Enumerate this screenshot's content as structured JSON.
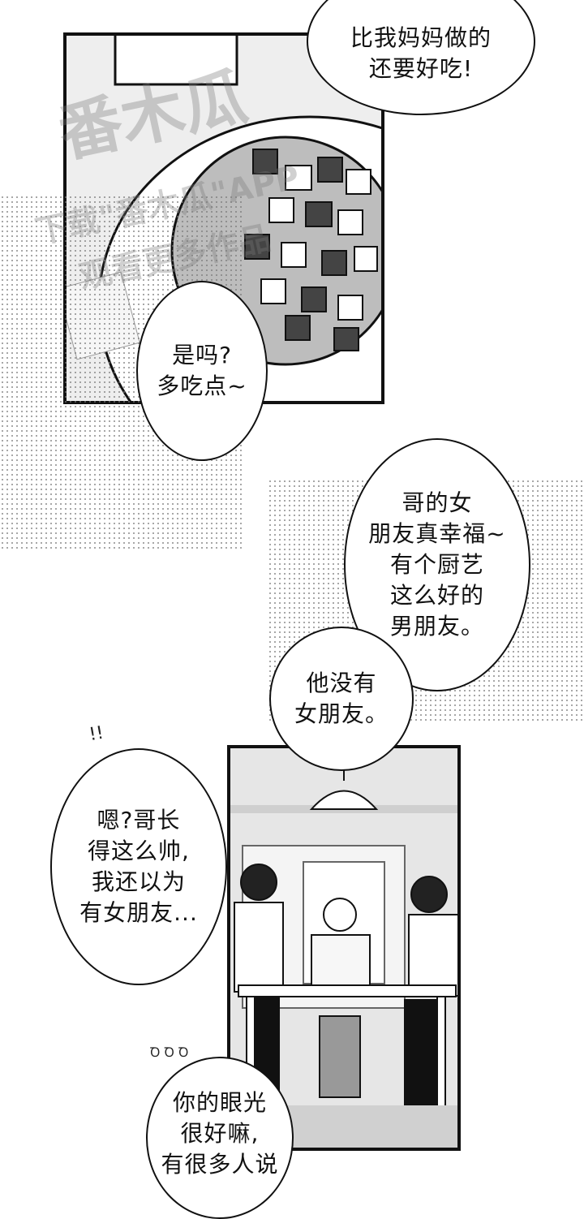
{
  "bubbles": {
    "b1": [
      "比我妈妈做的",
      "还要好吃!"
    ],
    "b2": [
      "是吗?",
      "多吃点~"
    ],
    "b3": [
      "哥的女",
      "朋友真幸福~",
      "有个厨艺",
      "这么好的",
      "男朋友。"
    ],
    "b4": [
      "他没有",
      "女朋友。"
    ],
    "b5": [
      "嗯?哥长",
      "得这么帅,",
      "我还以为",
      "有女朋友..."
    ],
    "b6": [
      "你的眼光",
      "很好嘛,",
      "有很多人说"
    ]
  },
  "sfx": {
    "exclaim": "!!",
    "sweat": "Ꝺ Ꝺ Ꝺ"
  },
  "watermark": {
    "brand": "番木瓜",
    "line1": "下载\"番木瓜\"APP",
    "line2": "观看更多作品"
  },
  "colors": {
    "ink": "#111111",
    "paper": "#ffffff",
    "tone": "#f2f2f2"
  }
}
